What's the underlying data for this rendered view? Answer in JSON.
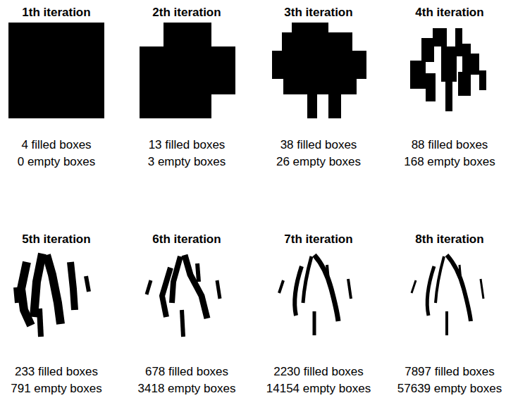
{
  "diagram": {
    "labels": [
      "1th iteration",
      "4 filled boxes",
      "0 empty boxes",
      "2th iteration",
      "13 filled boxes",
      "3 empty boxes",
      "3th iteration",
      "38 filled boxes",
      "26 empty boxes",
      "4th iteration",
      "88 filled boxes",
      "168 empty boxes",
      "5th iteration",
      "233 filled boxes",
      "791 empty boxes",
      "6th iteration",
      "678 filled boxes",
      "3418 empty boxes",
      "7th iteration",
      "2230 filled boxes",
      "14154 empty boxes",
      "8th iteration",
      "7897 filled boxes",
      "57639 empty boxes"
    ]
  }
}
